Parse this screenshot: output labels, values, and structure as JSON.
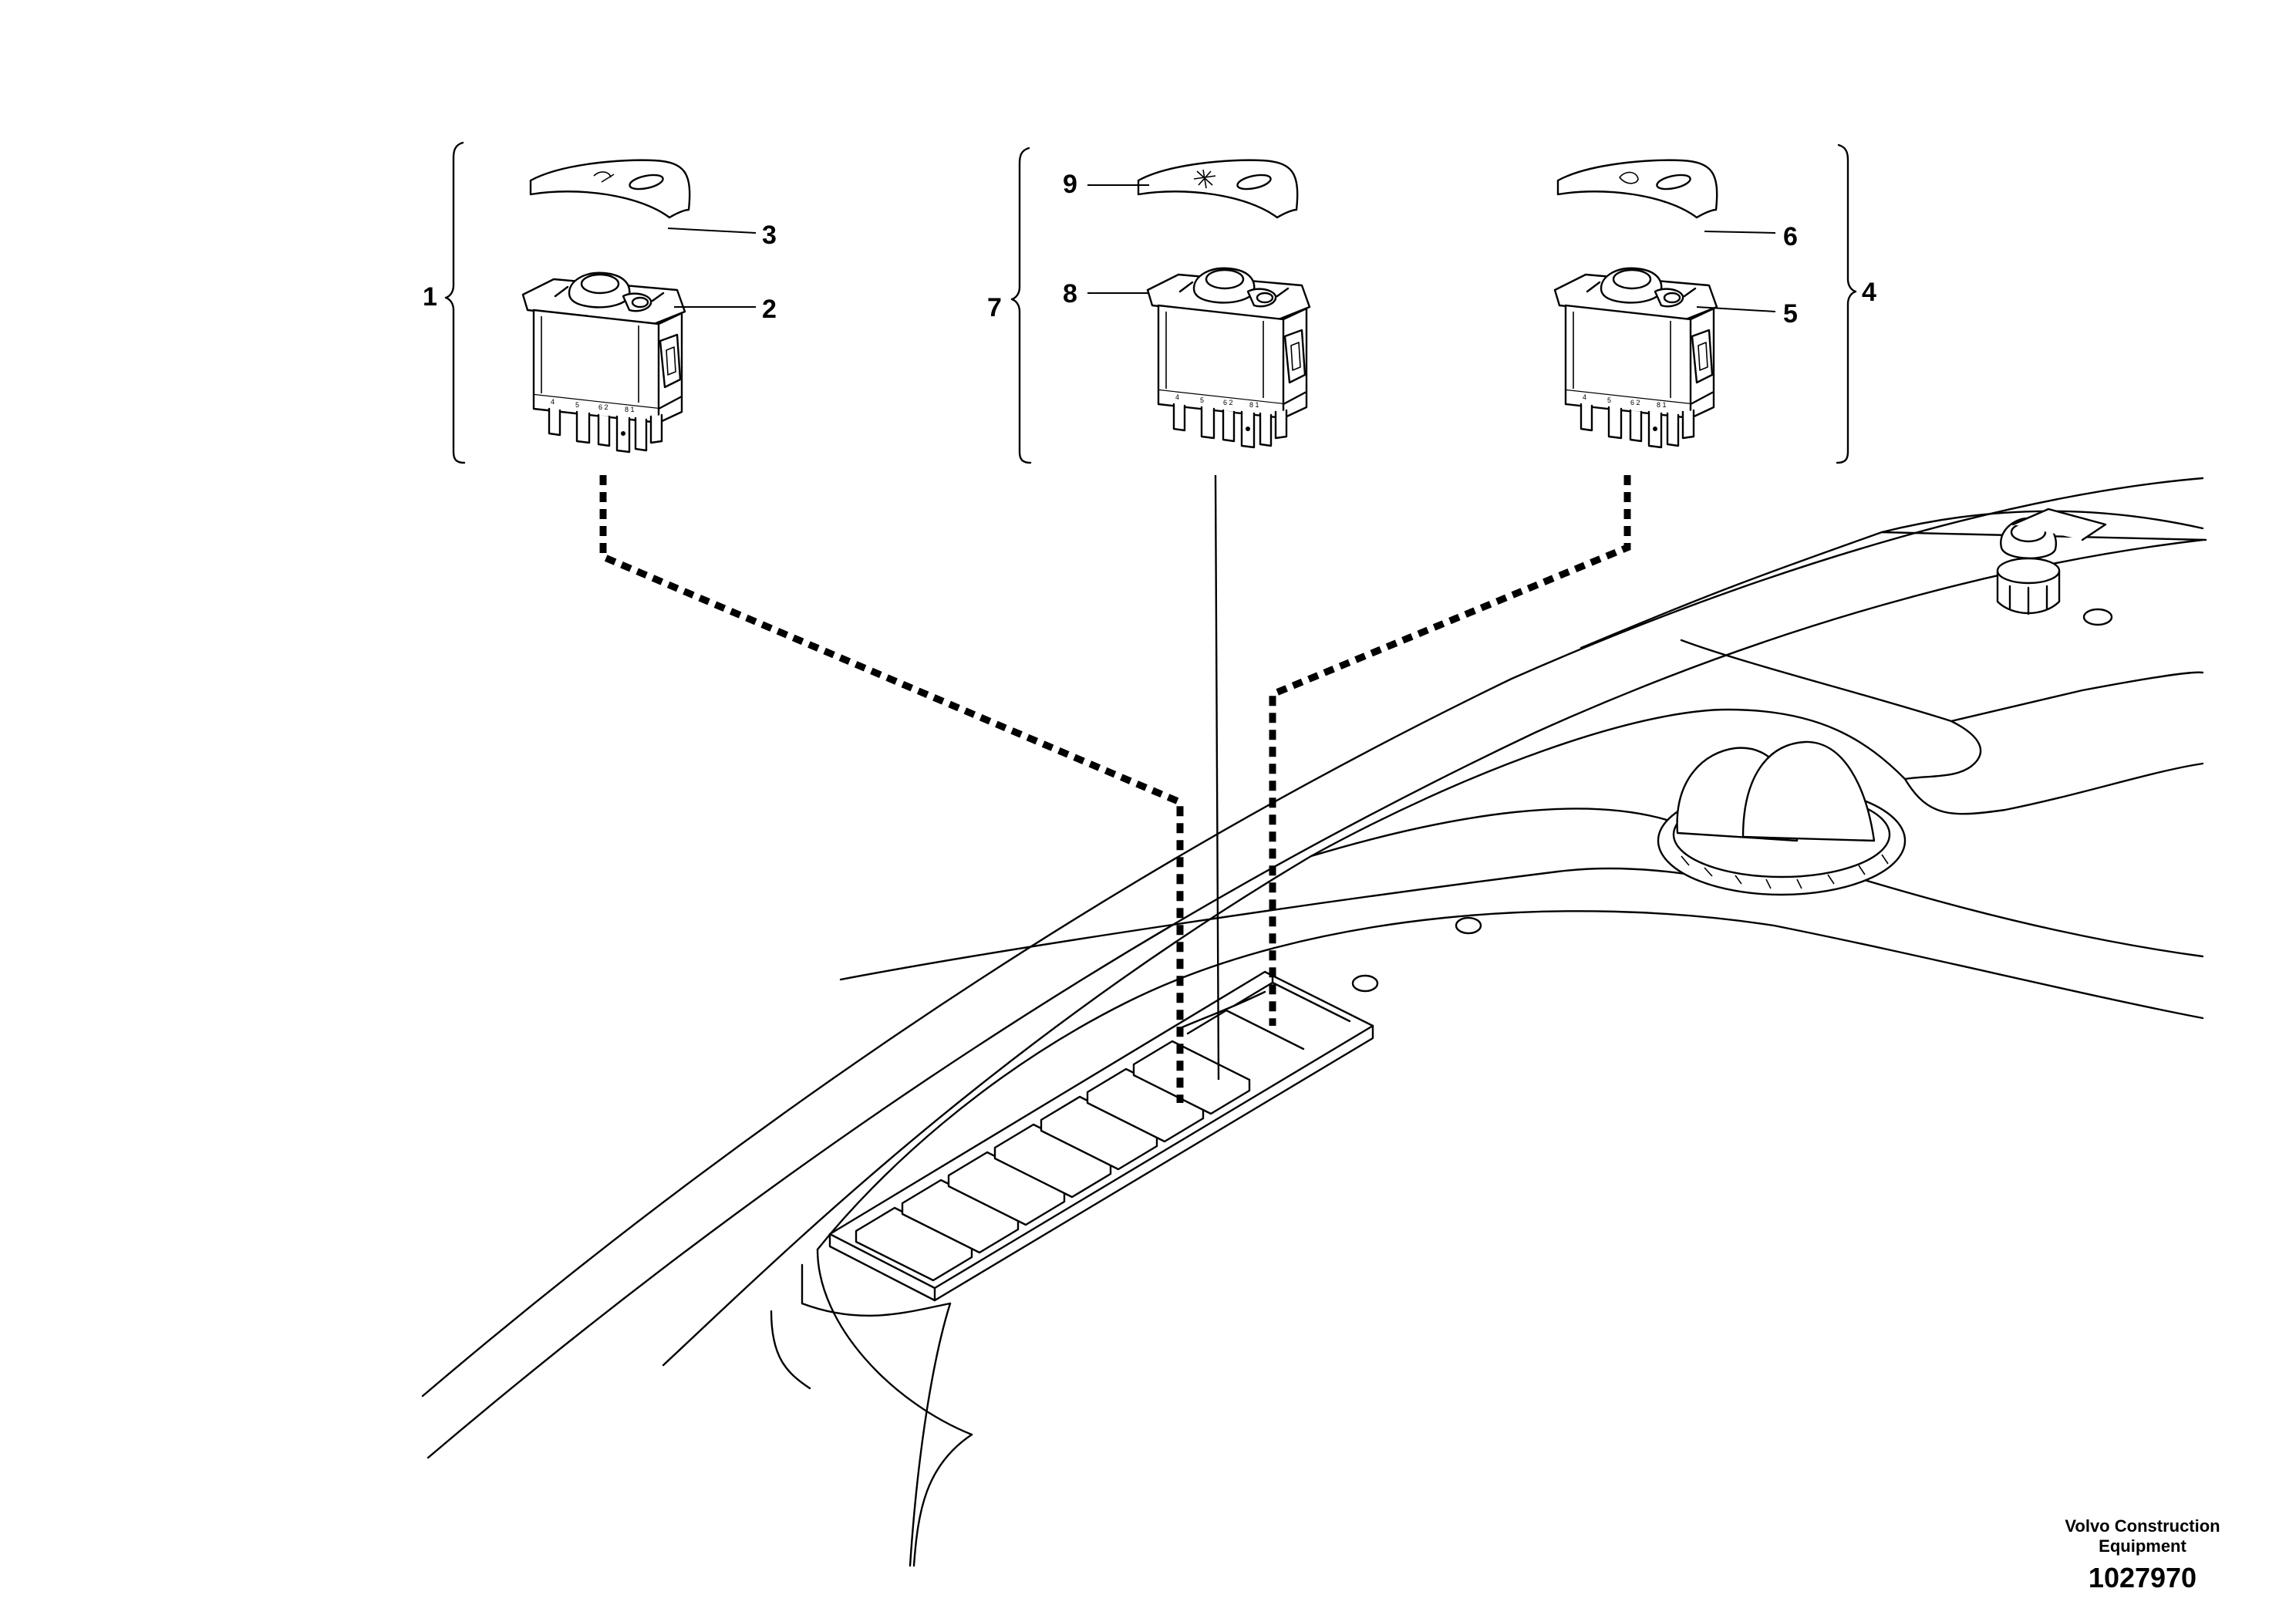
{
  "callouts": {
    "c1": "1",
    "c2": "2",
    "c3": "3",
    "c4": "4",
    "c5": "5",
    "c6": "6",
    "c7": "7",
    "c8": "8",
    "c9": "9"
  },
  "footer": {
    "brand_line1": "Volvo Construction",
    "brand_line2": "Equipment",
    "doc_number": "1027970"
  }
}
